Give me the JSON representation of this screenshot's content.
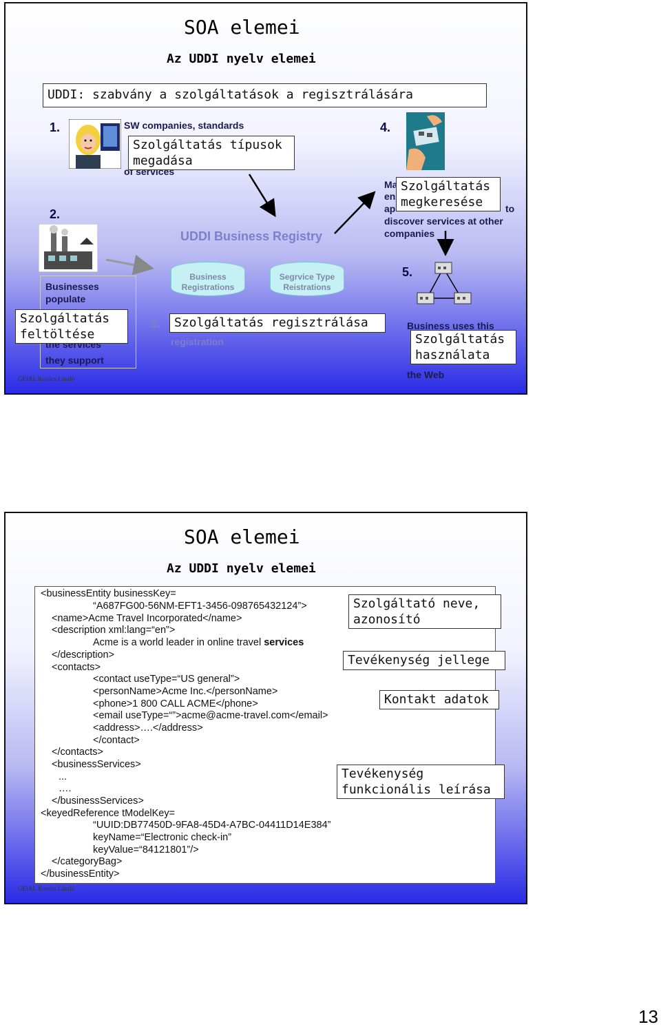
{
  "slide1": {
    "title": "SOA elemei",
    "subtitle": "Az UDDI nyelv elemei",
    "uddi_banner": "UDDI: szabvány a szolgáltatások a regisztrálására",
    "step1": "1.",
    "step1_text_top": "SW companies, standards",
    "step1_text_bottom": "of services",
    "callout_types": "Szolgáltatás típusok megadása",
    "step2": "2.",
    "step2_text": [
      "Businesses",
      "populate",
      "the services",
      "they support"
    ],
    "callout_upload": "Szolgáltatás feltöltése",
    "registry_title": "UDDI Business Registry",
    "cyl_business": "Business Registrations",
    "cyl_type": "Segrvice Type Reistrations",
    "step3": "3.",
    "callout_register": "Szolgáltatás regisztrálása",
    "registration_label": "registration",
    "step4": "4.",
    "step4_text_bottom": [
      "discover services at other",
      "companies"
    ],
    "step4_partial_a": "Ma",
    "step4_partial_b": "en",
    "step4_partial_c": "ap",
    "step4_partial_d": "to",
    "callout_search": "Szolgáltatás megkeresése",
    "step5": "5.",
    "step5_text": "Business uses this",
    "step5_text_bottom": "the Web",
    "callout_use": "Szolgáltatás használata",
    "footer": "GEIAL Kovács László"
  },
  "slide2": {
    "title": "SOA elemei",
    "subtitle": "Az UDDI nyelv elemei",
    "code_lines": [
      "<businessEntity businessKey=",
      "“A687FG00-56NM-EFT1-3456-098765432124”>",
      "<name>Acme Travel Incorporated</name>",
      "<description xml:lang=“en”>",
      "Acme is a world leader in online travel",
      "services",
      "</description>",
      "<contacts>",
      "<contact useType=“US general”>",
      "<personName>Acme Inc.</personName>",
      "<phone>1 800 CALL ACME</phone>",
      "<email useType=“”>acme@acme-travel.com</email>",
      "<address>….</address>",
      "</contact>",
      "</contacts>",
      "<businessServices>",
      "...",
      "….",
      "</businessServices>",
      "<keyedReference tModelKey=",
      "“UUID:DB77450D-9FA8-45D4-A7BC-04411D14E384”",
      "keyName=“Electronic check-in”",
      "keyValue=“84121801”/>",
      "</categoryBag>",
      "</businessEntity>"
    ],
    "callout_provider": "Szolgáltató neve, azonosító",
    "callout_activity": "Tevékenység jellege",
    "callout_contact": "Kontakt adatok",
    "callout_function": "Tevékenység funkcionális leírása",
    "footer": "GEIAL Kovács László"
  },
  "page_number": "13"
}
